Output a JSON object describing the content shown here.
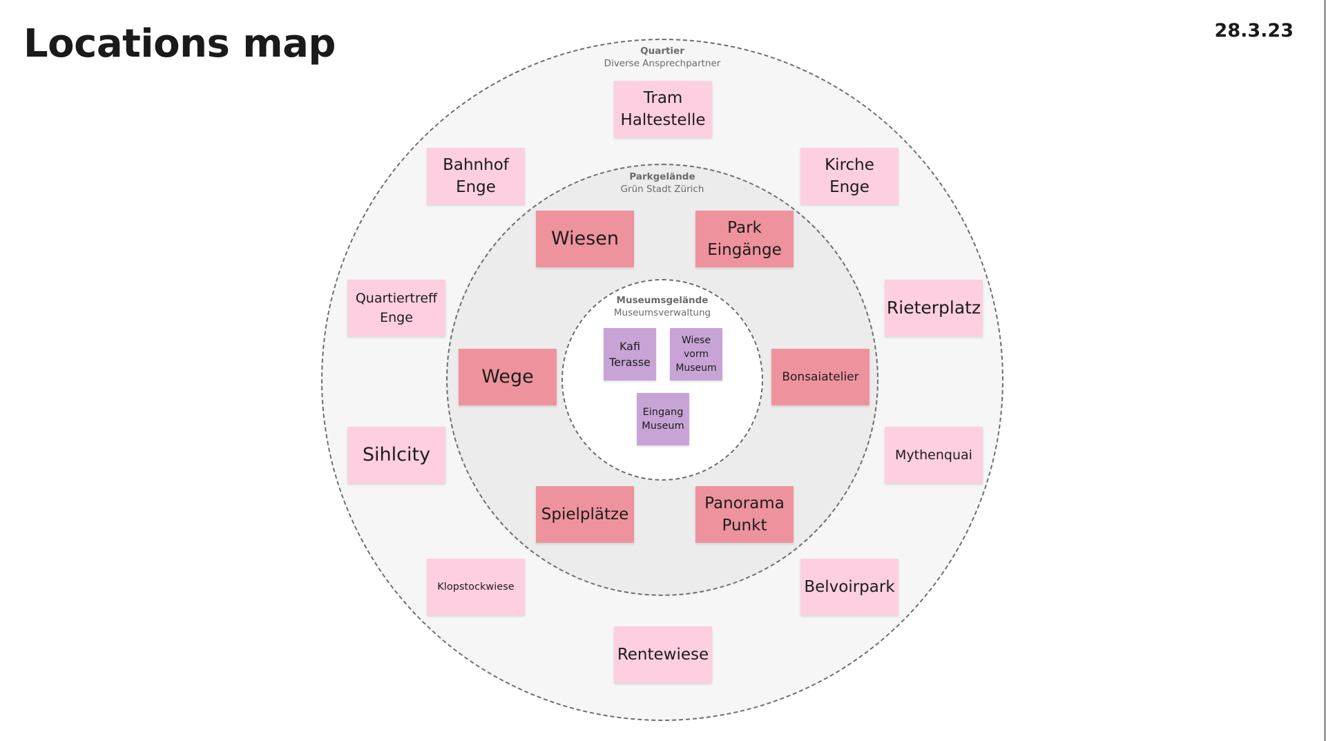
{
  "page": {
    "title": "Locations map",
    "date": "28.3.23"
  },
  "rings": {
    "outer": {
      "zone": "Quartier",
      "owner": "Diverse Ansprechpartner"
    },
    "middle": {
      "zone": "Parkgelände",
      "owner": "Grün Stadt Zürich"
    },
    "inner": {
      "zone": "Museumsgelände",
      "owner": "Museumsverwaltung"
    }
  },
  "quartier_notes": {
    "tram": "Tram\nHaltestelle",
    "bahnhof": "Bahnhof\nEnge",
    "kirche": "Kirche\nEnge",
    "quartiertreff": "Quartiertreff\nEnge",
    "rieterplatz": "Rieterplatz",
    "sihlcity": "Sihlcity",
    "mythenquai": "Mythenquai",
    "klopstockwiese": "Klopstockwiese",
    "belvoirpark": "Belvoirpark",
    "rentewiese": "Rentewiese"
  },
  "park_notes": {
    "wiesen": "Wiesen",
    "eingaenge": "Park\nEingänge",
    "wege": "Wege",
    "bonsaiatelier": "Bonsaiatelier",
    "spielplaetze": "Spielplätze",
    "panorama": "Panorama\nPunkt"
  },
  "museum_notes": {
    "kafi": "Kafi\nTerasse",
    "wiese_vorm_museum": "Wiese\nvorm\nMuseum",
    "eingang": "Eingang\nMuseum"
  },
  "colors": {
    "quartier_note": "#fdcfe0",
    "park_note": "#ee939d",
    "museum_note": "#c8a4d6",
    "outer_ring_fill": "#f6f6f6",
    "middle_ring_fill": "#ececec",
    "ring_stroke": "#6d6d6d"
  }
}
